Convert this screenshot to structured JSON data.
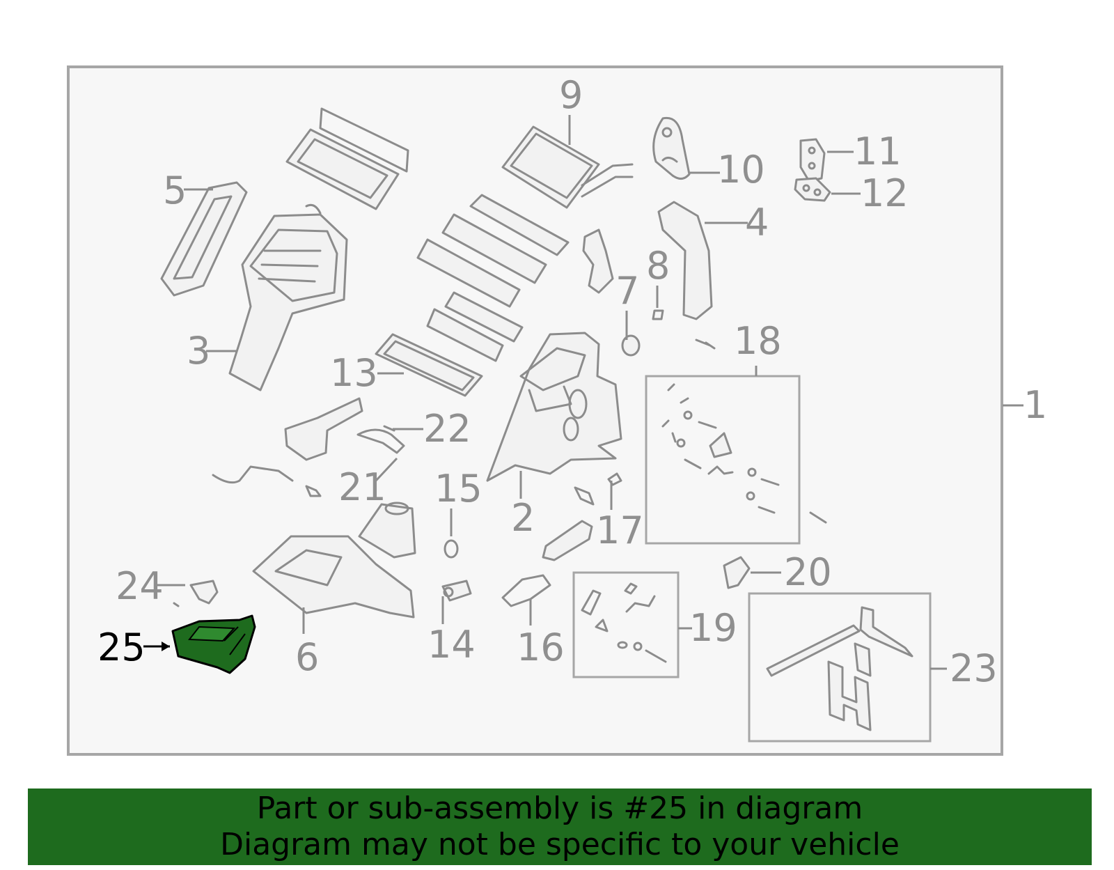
{
  "diagram": {
    "callouts": [
      "1",
      "2",
      "3",
      "4",
      "5",
      "6",
      "7",
      "8",
      "9",
      "10",
      "11",
      "12",
      "13",
      "14",
      "15",
      "16",
      "17",
      "18",
      "19",
      "20",
      "21",
      "22",
      "23",
      "24",
      "25"
    ],
    "highlighted_part": "25",
    "highlight_color": "#1e6b1e",
    "frame_color": "#a6a6a6",
    "line_color": "#8c8c8c"
  },
  "banner": {
    "line1": "Part or sub-assembly is #25 in diagram",
    "line2": "Diagram may not be specific to your vehicle",
    "background": "#1e6b1e"
  }
}
